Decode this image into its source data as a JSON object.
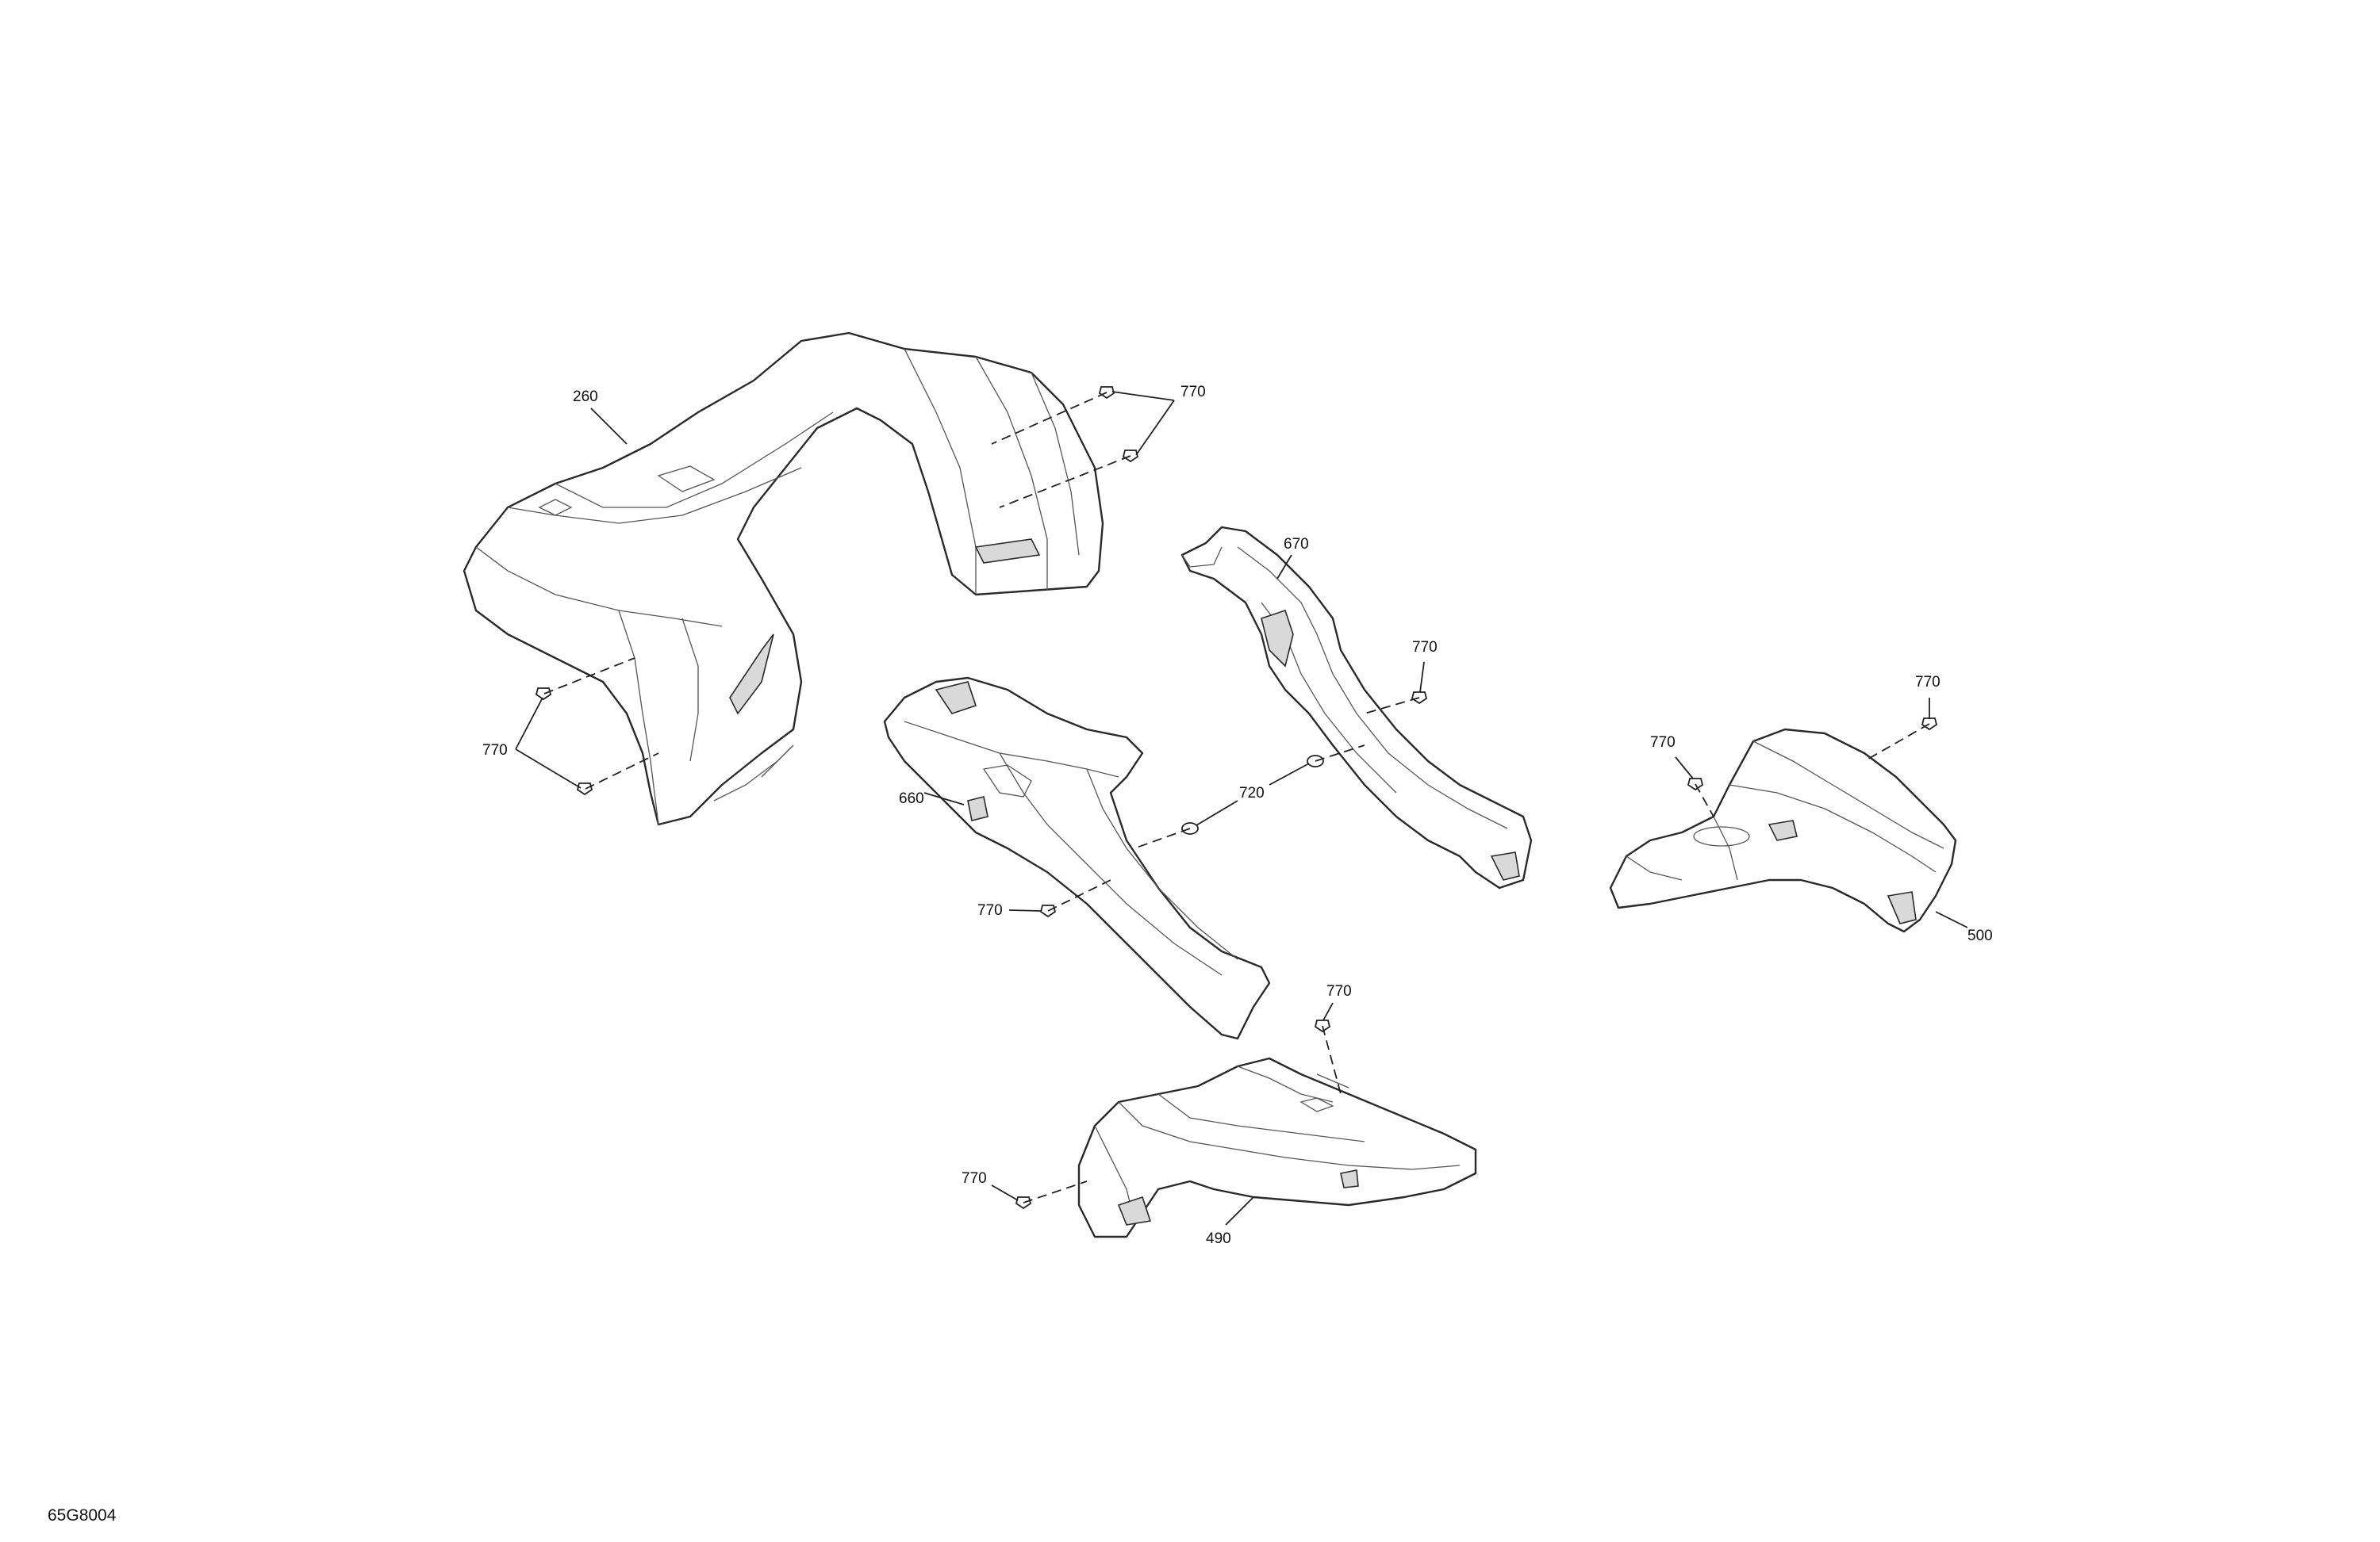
{
  "callouts": {
    "c260": "260",
    "c770_rear_right": "770",
    "c770_rear_left": "770",
    "c670": "670",
    "c770_670": "770",
    "c660": "660",
    "c720": "720",
    "c770_660": "770",
    "c770_500_top": "770",
    "c770_500_left": "770",
    "c500": "500",
    "c770_490_top": "770",
    "c770_490_left": "770",
    "c490": "490"
  },
  "drawing_id": "65G8004"
}
